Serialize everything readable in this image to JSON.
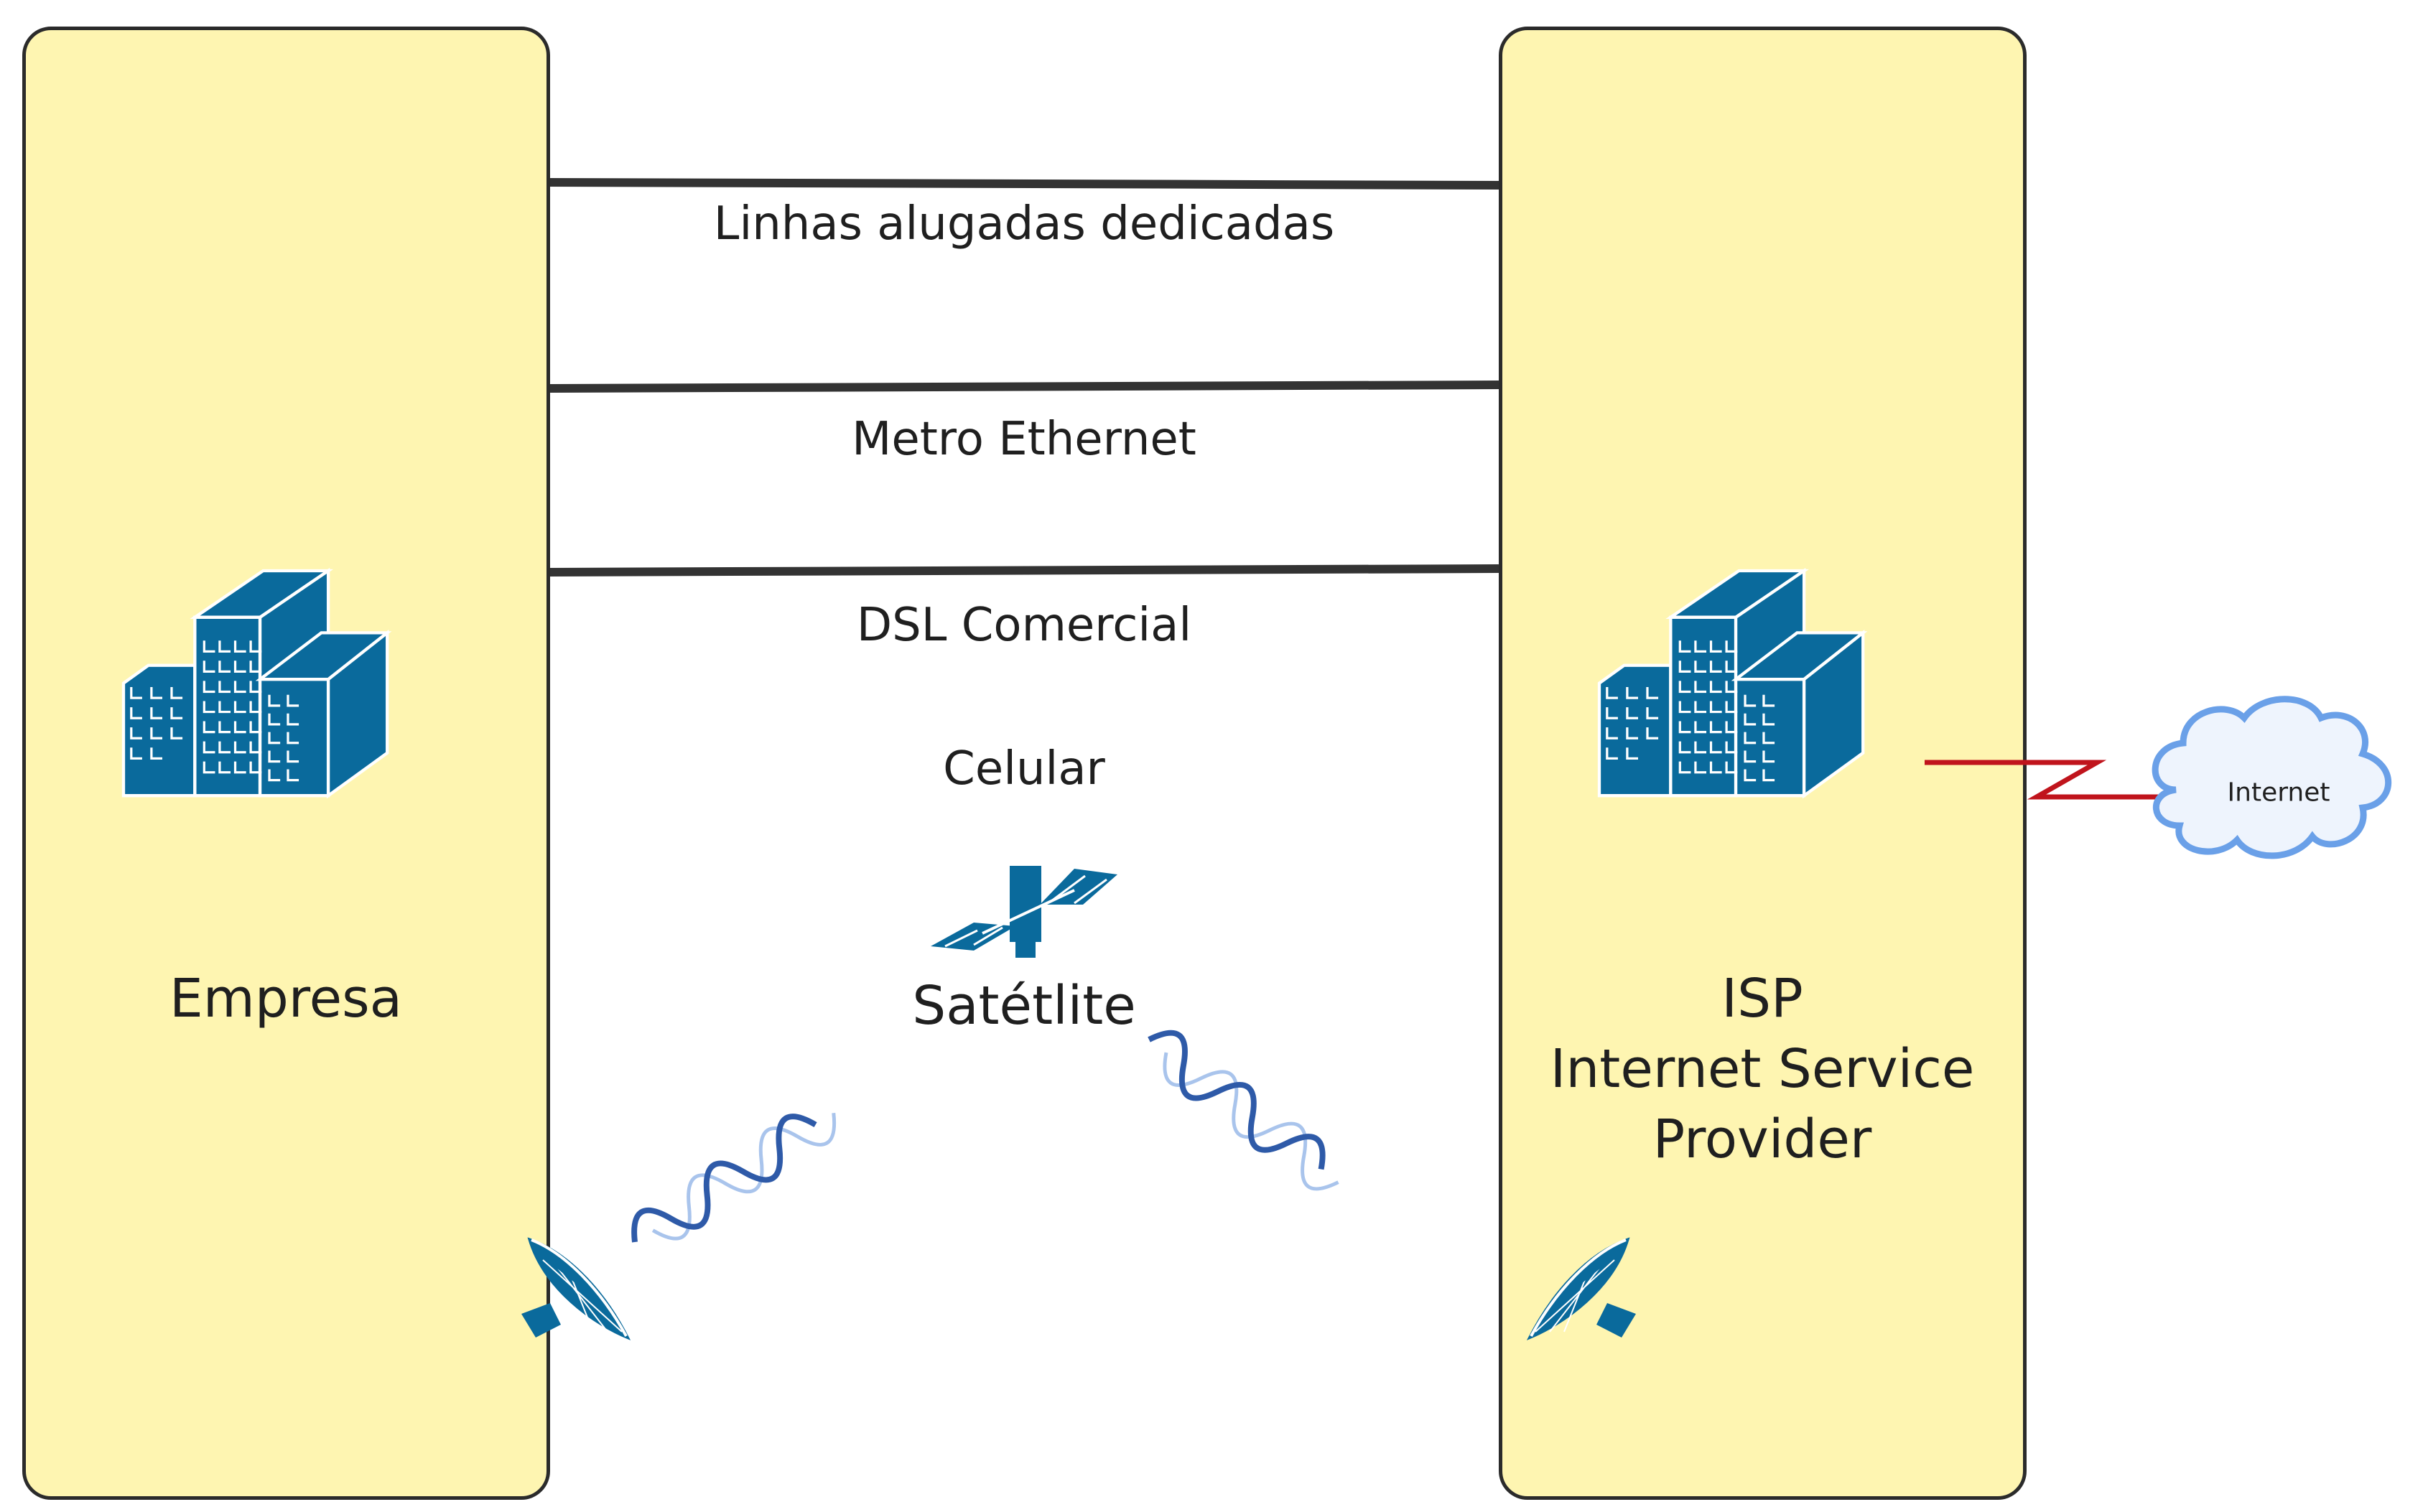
{
  "diagram": {
    "nodes": {
      "empresa": {
        "label": "Empresa",
        "icon": "office-buildings-icon"
      },
      "isp": {
        "label_line1": "ISP",
        "label_line2": "Internet Service",
        "label_line3": "Provider",
        "icon": "office-buildings-icon"
      },
      "internet": {
        "label": "Internet",
        "icon": "cloud-icon"
      },
      "satellite": {
        "label": "Satétlite",
        "icon": "satellite-icon"
      }
    },
    "links": [
      {
        "label": "Linhas alugadas dedicadas"
      },
      {
        "label": "Metro Ethernet"
      },
      {
        "label": "DSL Comercial"
      },
      {
        "label": "Celular"
      }
    ],
    "colors": {
      "box_fill": "#fef5b1",
      "icon_blue": "#0a6a9c",
      "wan_link": "#c0141c",
      "cloud_fill": "#eef4fd",
      "cloud_stroke": "#6aa0e8",
      "wave_dark": "#2e5aa8",
      "wave_light": "#a9c4ec"
    }
  }
}
